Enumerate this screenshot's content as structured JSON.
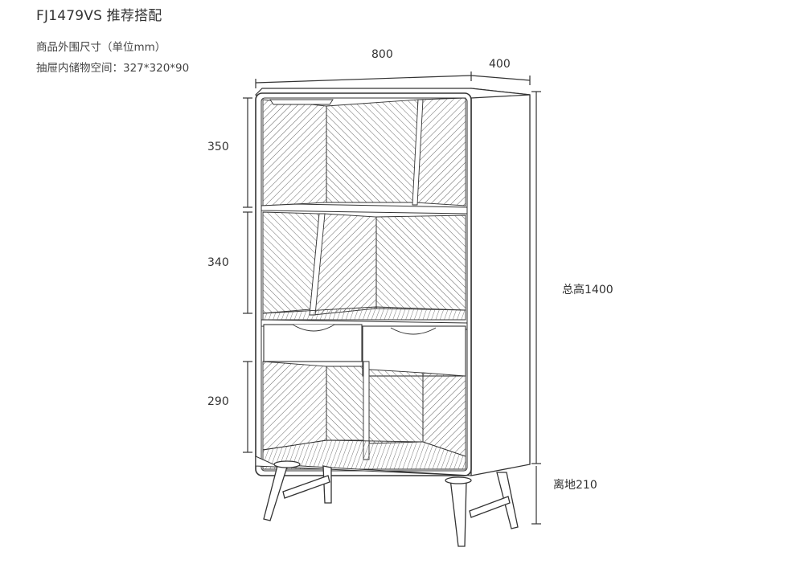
{
  "title": "FJ1479VS 推荐搭配",
  "specs": {
    "outer_size": "商品外围尺寸（单位mm）",
    "drawer_space": "抽屉内储物空间：327*320*90"
  },
  "dimensions": {
    "width": "800",
    "depth": "400",
    "top_section": "350",
    "middle_section": "340",
    "bottom_section": "290",
    "total_height": "总高1400",
    "ground_clearance": "离地210"
  },
  "colors": {
    "line": "#333333",
    "hatch": "#555555",
    "panel": "#ffffff"
  }
}
